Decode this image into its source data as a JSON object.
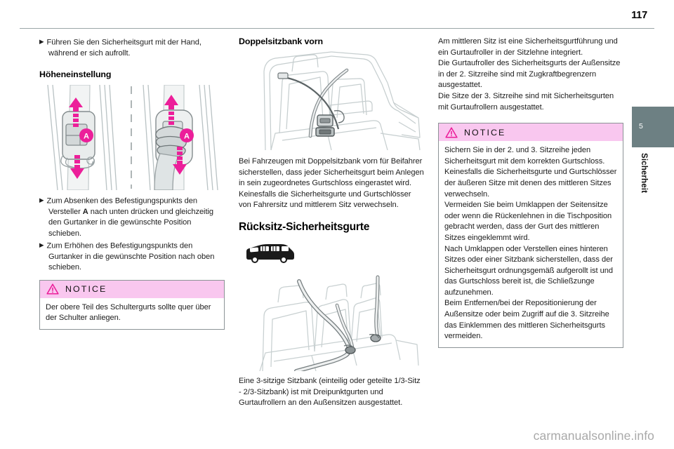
{
  "header": {
    "page_number": "117"
  },
  "side_tab": {
    "chapter_number": "5",
    "chapter_label": "Sicherheit",
    "color": "#6d8083"
  },
  "colors": {
    "notice_header_bg": "#f9c7ef",
    "notice_border": "#8c9396",
    "notice_icon": "#ec1f9a",
    "arrow_magenta": "#ec1f9a",
    "rule": "#9aa6a8",
    "watermark": "#a9a9a9"
  },
  "column_left": {
    "bullet_1": "Führen Sie den Sicherheitsgurt mit der Hand, während er sich aufrollt.",
    "heading": "Höheneinstellung",
    "figure_name": "height-adjustment-illustration",
    "figure_labels": [
      "A",
      "A"
    ],
    "bullet_2_part1": "Zum Absenken des Befestigungspunkts den Versteller ",
    "bullet_2_bold": "A",
    "bullet_2_part2": " nach unten drücken und gleichzeitig den Gurtanker in die gewünschte Position schieben.",
    "bullet_3": "Zum Erhöhen des Befestigungspunkts den Gurtanker in die gewünschte Position nach oben schieben.",
    "notice": {
      "title": "NOTICE",
      "text": "Der obere Teil des Schultergurts sollte quer über der Schulter anliegen."
    }
  },
  "column_middle": {
    "heading_1": "Doppelsitzbank vorn",
    "figure_1_name": "front-double-bench-seat-illustration",
    "paragraph_1": "Bei Fahrzeugen mit Doppelsitzbank vorn für Beifahrer sicherstellen, dass jeder Sicherheitsgurt beim Anlegen in sein zugeordnetes Gurtschloss eingerastet wird. Keinesfalls die Sicherheitsgurte und Gurtschlösser von Fahrersitz und mittlerem Sitz verwechseln.",
    "heading_2": "Rücksitz-Sicherheitsgurte",
    "figure_2_name": "van-silhouette-icon",
    "figure_3_name": "rear-seat-belts-illustration",
    "paragraph_2": "Eine 3-sitzige Sitzbank (einteilig oder geteilte 1/3-Sitz - 2/3-Sitzbank) ist mit Dreipunktgurten und Gurtaufrollern an den Außensitzen ausgestattet."
  },
  "column_right": {
    "paragraph_1": "Am mittleren Sitz ist eine Sicherheitsgurtführung und ein Gurtaufroller in der Sitzlehne integriert.",
    "paragraph_2": "Die Gurtaufroller des Sicherheitsgurts der Außensitze in der 2. Sitzreihe sind mit Zugkraftbegrenzern ausgestattet.",
    "paragraph_3": "Die Sitze der 3. Sitzreihe sind mit Sicherheitsgurten mit Gurtaufrollern ausgestattet.",
    "notice": {
      "title": "NOTICE",
      "paragraph_1": "Sichern Sie in der 2. und 3. Sitzreihe jeden Sicherheitsgurt mit dem korrekten Gurtschloss.",
      "paragraph_2": "Keinesfalls die Sicherheitsgurte und Gurtschlösser der äußeren Sitze mit denen des mittleren Sitzes verwechseln.",
      "paragraph_3": "Vermeiden Sie beim Umklappen der Seitensitze oder wenn die Rückenlehnen in die Tischposition gebracht werden, dass der Gurt des mittleren Sitzes eingeklemmt wird.",
      "paragraph_4": "Nach Umklappen oder Verstellen eines hinteren Sitzes oder einer Sitzbank sicherstellen, dass der Sicherheitsgurt ordnungsgemäß aufgerollt ist und das Gurtschloss bereit ist, die Schließzunge aufzunehmen.",
      "paragraph_5": "Beim Entfernen/bei der Repositionierung der Außensitze oder beim Zugriff auf die 3. Sitzreihe das Einklemmen des mittleren Sicherheitsgurts vermeiden."
    }
  },
  "footer": {
    "watermark": "carmanualsonline.info"
  }
}
